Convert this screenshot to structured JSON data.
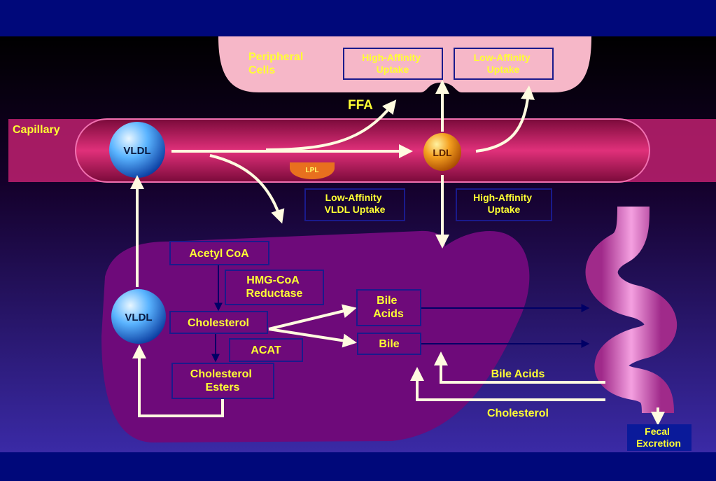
{
  "labels": {
    "peripheral_cells": [
      "Peripheral",
      "Cells"
    ],
    "high_affinity_uptake_top": [
      "High-Affinity",
      "Uptake"
    ],
    "low_affinity_uptake_top": [
      "Low-Affinity",
      "Uptake"
    ],
    "ffa": "FFA",
    "capillary": "Capillary",
    "vldl_capillary": "VLDL",
    "ldl": "LDL",
    "lpl": "LPL",
    "low_affinity_vldl_uptake": [
      "Low-Affinity",
      "VLDL Uptake"
    ],
    "high_affinity_uptake_bottom": [
      "High-Affinity",
      "Uptake"
    ],
    "acetyl_coa": "Acetyl CoA",
    "hmg_coa_reductase": [
      "HMG-CoA",
      "Reductase"
    ],
    "vldl_liver": "VLDL",
    "cholesterol_liver": "Cholesterol",
    "bile_acids_box": [
      "Bile",
      "Acids"
    ],
    "bile_box": "Bile",
    "acat": "ACAT",
    "cholesterol_esters": [
      "Cholesterol",
      "Esters"
    ],
    "bile_acids_return": "Bile Acids",
    "cholesterol_return": "Cholesterol",
    "fecal_excretion": [
      "Fecal",
      "Excretion"
    ]
  },
  "colors": {
    "background": "#00087a",
    "label_yellow": "#ffff33",
    "box_border": "#1a1a8c",
    "peripheral_pink": "#f6b7c8",
    "capillary_red": "#d0206a",
    "liver_purple": "#6e0a7a",
    "arrow_cream": "#fffbe0"
  }
}
